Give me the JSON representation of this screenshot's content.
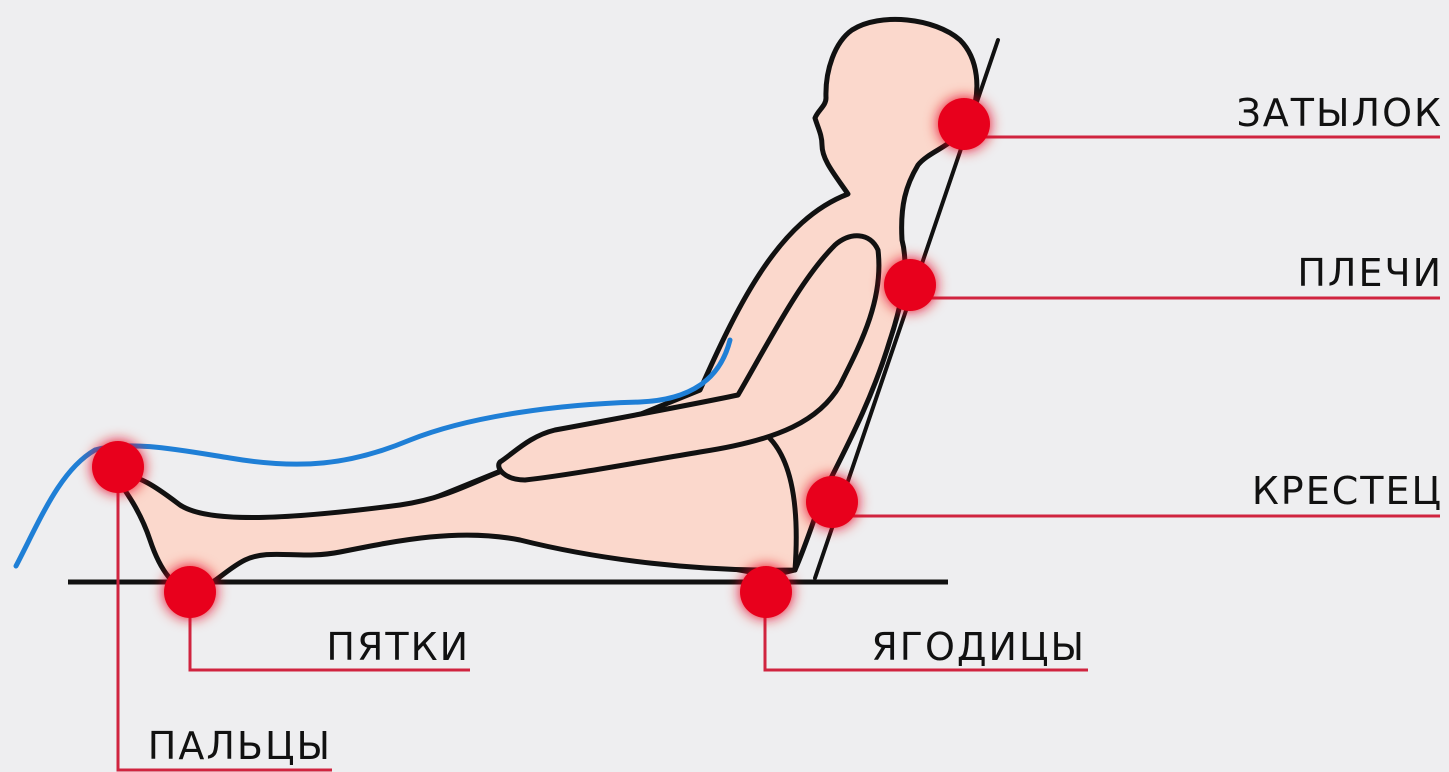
{
  "colors": {
    "background": "#eeeef0",
    "body_fill": "#fbd8cc",
    "outline": "#111111",
    "blanket": "#1f7fd6",
    "marker": "#e8001c",
    "leader": "#d0243f"
  },
  "labels": {
    "occiput": "ЗАТЫЛОК",
    "shoulders": "ПЛЕЧИ",
    "sacrum": "КРЕСТЕЦ",
    "buttocks": "ЯГОДИЦЫ",
    "heels": "ПЯТКИ",
    "toes": "ПАЛЬЦЫ"
  }
}
